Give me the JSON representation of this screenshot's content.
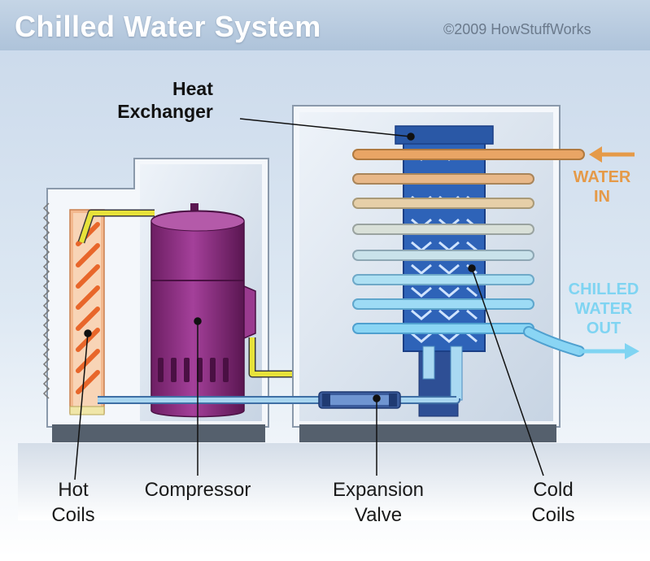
{
  "header": {
    "title": "Chilled Water System",
    "credit": "©2009 HowStuffWorks"
  },
  "labels": {
    "heat_exchanger": [
      "Heat",
      "Exchanger"
    ],
    "water_in": [
      "WATER",
      "IN"
    ],
    "chilled_water_out": [
      "CHILLED",
      "WATER",
      "OUT"
    ],
    "hot_coils": [
      "Hot",
      "Coils"
    ],
    "compressor": "Compressor",
    "expansion_valve": [
      "Expansion",
      "Valve"
    ],
    "cold_coils": [
      "Cold",
      "Coils"
    ]
  },
  "colors": {
    "warm_water": "#e59a48",
    "chilled_water": "#7fd4f2",
    "refrigerant_line": "#e7e23a",
    "compressor": "#8e2a7f",
    "heat_exchanger": "#2e63b8",
    "hot_coils": "#e8662a"
  }
}
